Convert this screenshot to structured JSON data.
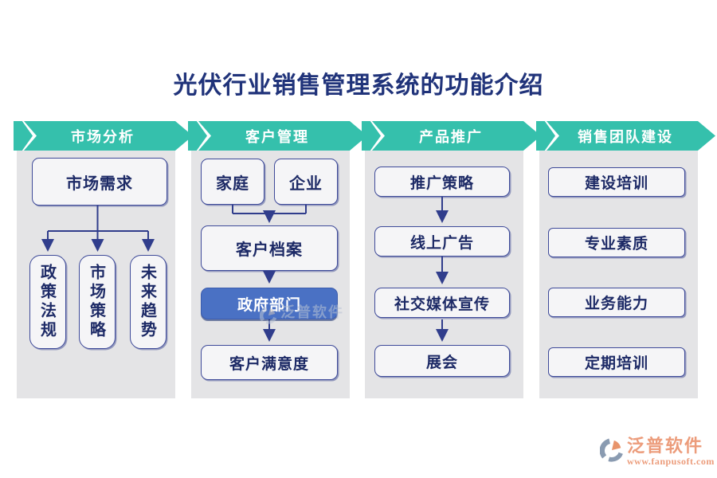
{
  "title": "光伏行业销售管理系统的功能介绍",
  "colors": {
    "header_teal": "#35c0ac",
    "column_bg": "#e4e4e6",
    "box_fill": "#f5f5f7",
    "box_border": "#3e4a99",
    "box_text": "#1d2a66",
    "connector": "#303d8c",
    "highlight_blue": "#4a71c4",
    "title_navy": "#20337a",
    "logo_salmon": "#ec9c7b",
    "watermark_gray": "#b9c3d4"
  },
  "columns": [
    {
      "header": "市场分析",
      "boxes": [
        {
          "label": "市场需求"
        },
        {
          "label": "政策法规",
          "orientation": "vertical"
        },
        {
          "label": "市场策略",
          "orientation": "vertical"
        },
        {
          "label": "未来趋势",
          "orientation": "vertical"
        }
      ]
    },
    {
      "header": "客户管理",
      "boxes": [
        {
          "label": "家庭"
        },
        {
          "label": "企业"
        },
        {
          "label": "客户档案"
        },
        {
          "label": "政府部门",
          "highlighted": true
        },
        {
          "label": "客户满意度"
        }
      ]
    },
    {
      "header": "产品推广",
      "boxes": [
        {
          "label": "推广策略"
        },
        {
          "label": "线上广告"
        },
        {
          "label": "社交媒体宣传"
        },
        {
          "label": "展会"
        }
      ]
    },
    {
      "header": "销售团队建设",
      "boxes": [
        {
          "label": "建设培训"
        },
        {
          "label": "专业素质"
        },
        {
          "label": "业务能力"
        },
        {
          "label": "定期培训"
        }
      ]
    }
  ],
  "watermark": {
    "text": "泛普软件"
  },
  "footer_logo": {
    "name": "泛普软件",
    "url": "www.fanpusoft.com"
  }
}
